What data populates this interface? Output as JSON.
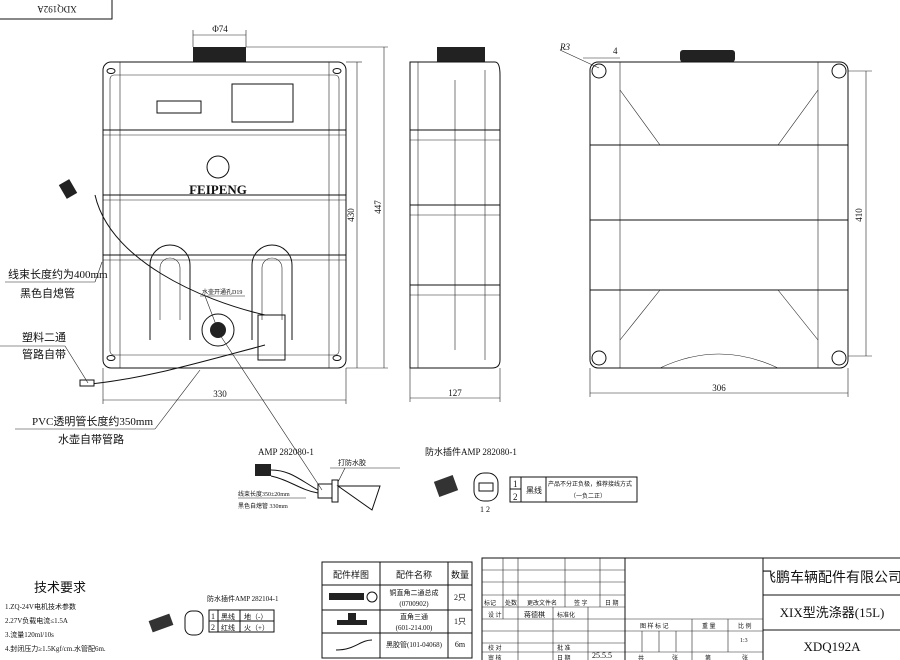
{
  "drawing_number_mirrored": "XDQ192A",
  "front_view": {
    "dim_cap_diameter": "Φ74",
    "dim_height_body": "430",
    "dim_height_total": "447",
    "dim_width": "330",
    "brand": "FEIPENG",
    "hole_note": "水壶开通孔D19"
  },
  "side_view": {
    "dim_depth": "127"
  },
  "rear_view": {
    "dim_radius": "R3",
    "dim_hole": "4",
    "dim_width": "306",
    "dim_height": "410"
  },
  "callouts": {
    "harness_length": "线束长度约为400mm",
    "harness_tube": "黑色自熄管",
    "plastic_tee_1": "塑料二通",
    "plastic_tee_2": "管路自带",
    "pvc_tube_1": "PVC透明管长度约350mm",
    "pvc_tube_2": "水壶自带管路"
  },
  "pump_detail": {
    "connector": "AMP 282080-1",
    "waterproof_glue": "打防水胶",
    "harness_note_1": "线束长度350±20mm",
    "harness_note_2": "黑色自熄管 330mm"
  },
  "connector_detail": {
    "title": "防水插件AMP 282080-1",
    "pins": "1 2",
    "pin_1": "1",
    "pin_2": "2",
    "wire": "黑线",
    "note_1": "产品不分正负极，推荐接线方式",
    "note_2": "（一负二正）"
  },
  "tech_requirements": {
    "title": "技术要求",
    "items": [
      "1.ZQ-24V电机技术参数",
      "2.27V负载电流≤1.5A",
      "3.流量120ml/10s",
      "4.封闭压力≥1.5Kgf/cm.水管配6m."
    ]
  },
  "motor_connector": {
    "title": "防水插件AMP 282104-1",
    "rows": [
      {
        "no": "1",
        "wire": "黑线",
        "function": "地（-）"
      },
      {
        "no": "2",
        "wire": "红线",
        "function": "火（+）"
      }
    ]
  },
  "parts_table": {
    "headers": [
      "配件样图",
      "配件名称",
      "数量"
    ],
    "rows": [
      {
        "name_1": "铜直角二通总成",
        "name_2": "(0700902)",
        "qty": "2只"
      },
      {
        "name_1": "直角三通",
        "name_2": "(601-214.00)",
        "qty": "1只"
      },
      {
        "name_1": "黑胶管(101-04068)",
        "name_2": "",
        "qty": "6m"
      }
    ]
  },
  "title_block": {
    "company": "飞鹏车辆配件有限公司",
    "product": "XIX型洗涤器(15L)",
    "drawing_no": "XDQ192A",
    "rev_headers": [
      "标记",
      "处数",
      "更改文件名",
      "签 字",
      "日 期"
    ],
    "design_label": "设 计",
    "designer": "蒋德棋",
    "standard_label": "标准化",
    "check_label": "校 对",
    "approve_label": "批 准",
    "review_label": "审 核",
    "date_label": "日 期",
    "date": "25.5.5",
    "stage_label": "图 样 标 记",
    "weight_label": "重 量",
    "scale_label": "比 例",
    "scale": "1:3",
    "total_label": "共",
    "sheets_label": "张",
    "page_label": "第",
    "page_sheets_label": "张"
  }
}
